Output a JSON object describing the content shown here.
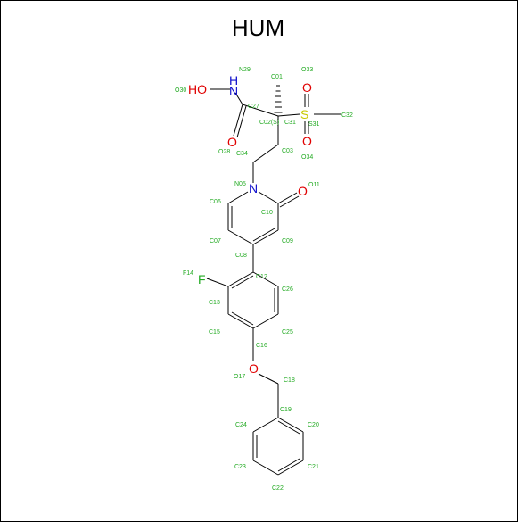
{
  "title": "HUM",
  "colors": {
    "label": "#22aa22",
    "oxygen": "#e00000",
    "nitrogen": "#1010cc",
    "sulfur": "#c8c800",
    "fluorine": "#22aa22",
    "bond": "#000000"
  },
  "element_symbols": {
    "ho": "HO",
    "n_amide": "N",
    "h_amide": "H",
    "o_carbonyl": "O",
    "s": "S",
    "o_s1": "O",
    "o_s2": "O",
    "n_ring": "N",
    "o_ring": "O",
    "f": "F",
    "o_ether": "O"
  },
  "atom_labels": [
    "O30",
    "N29",
    "C01",
    "O33",
    "C27",
    "C02(S)",
    "S31",
    "C32",
    "C31",
    "O28",
    "C34",
    "C03",
    "O34",
    "N05",
    "O11",
    "C06",
    "C10",
    "C07",
    "C09",
    "C08",
    "F14",
    "C12",
    "C26",
    "C13",
    "C15",
    "C16",
    "C25",
    "O17",
    "C18",
    "C19",
    "C24",
    "C20",
    "C23",
    "C21",
    "C22"
  ]
}
